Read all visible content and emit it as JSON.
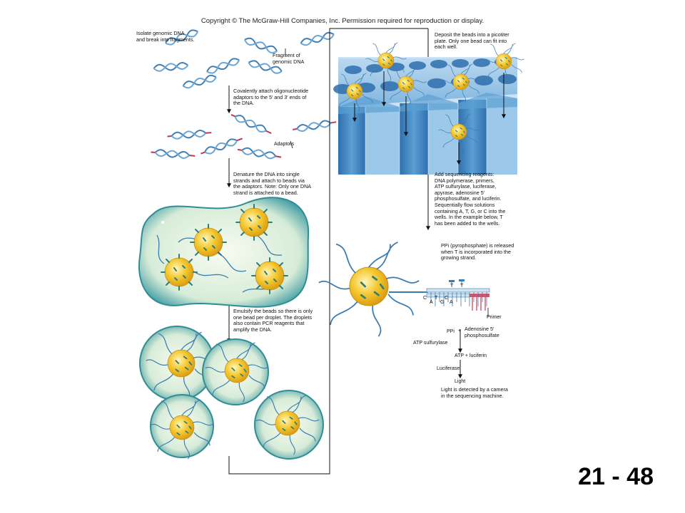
{
  "copyright": "Copyright © The McGraw-Hill Companies, Inc. Permission required for reproduction or display.",
  "slide_number": "21 - 48",
  "steps": {
    "isolate": "Isolate genomic DNA\nand break into fragments.",
    "fragment_label": "Fragment of\ngenomic DNA",
    "attach": "Covalently attach oligonucleotide\nadaptors to the 5′ and 3′ ends of\nthe DNA.",
    "adaptors_label": "Adaptors",
    "denature": "Denature the DNA into single\nstrands and attach to beads via\nthe adaptors. Note: Only one DNA\nstrand is attached to a bead.",
    "emulsify": "Emulsify the beads so there is only\none bead per droplet. The droplets\nalso contain PCR reagents that\namplify the DNA.",
    "deposit": "Deposit the beads into a picotiter\nplate. Only one bead can fit into\neach well.",
    "reagents": "Add sequencing reagents:\nDNA polymerase, primers,\nATP sulfurylase, luciferase,\napyrase, adenosine 5′\nphosphosulfate, and luciferin.\nSequentially flow solutions\ncontaining A, T, G, or C into the\nwells. In the example below, T\nhas been added to the wells.",
    "ppi_release": "PPi (pyrophosphate) is released\nwhen T is incorporated into the\ngrowing strand."
  },
  "reaction": {
    "primer": "Primer",
    "ppi": "PPi",
    "plus": "+",
    "aps": "Adenosine 5′\nphosphosulfate",
    "atp_sulfurylase": "ATP sulfurylase",
    "atp_luciferin": "ATP + luciferin",
    "luciferase": "Luciferase",
    "light": "Light",
    "detected": "Light is detected by a camera\nin the sequencing machine."
  },
  "bases": {
    "t1": "T",
    "t2": "T",
    "c1": "C",
    "a1": "A",
    "t3": "T",
    "g1": "G",
    "c2": "C",
    "a2": "A"
  },
  "colors": {
    "dna_blue": "#3f7fb6",
    "adaptor_red": "#c2374a",
    "bead_yellow": "#f2c023",
    "droplet_teal": "#5aa9a9",
    "well_blue": "#5b9fd3"
  }
}
